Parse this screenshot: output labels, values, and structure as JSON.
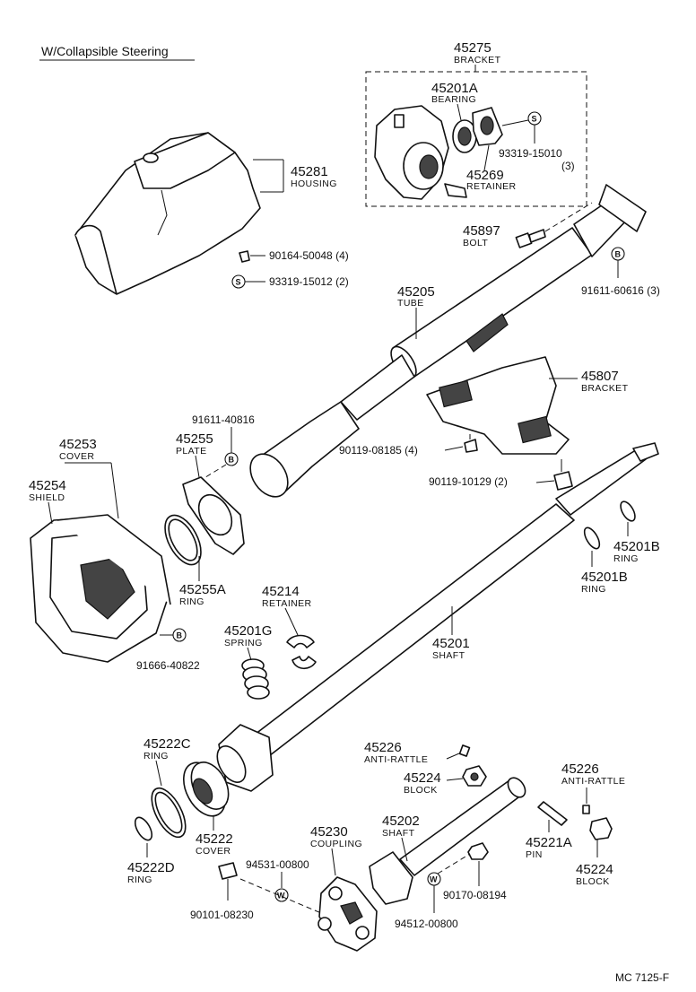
{
  "title": "W/Collapsible Steering",
  "footer": "MC  7125-F",
  "bracket_top": {
    "number": "45275",
    "name": "BRACKET"
  },
  "bearing": {
    "number": "45201A",
    "name": "BEARING"
  },
  "retainer_top": {
    "number": "45269",
    "name": "RETAINER"
  },
  "screw_93319_15010": {
    "number": "93319-15010",
    "qty": "(3)",
    "symbol": "S"
  },
  "housing": {
    "number": "45281",
    "name": "HOUSING"
  },
  "screw_90164": {
    "number": "90164-50048 (4)"
  },
  "screw_93319_15012": {
    "number": "93319-15012 (2)",
    "symbol": "S"
  },
  "bolt": {
    "number": "45897",
    "name": "BOLT"
  },
  "bolt_91611_60616": {
    "number": "91611-60616 (3)",
    "symbol": "B"
  },
  "tube": {
    "number": "45205",
    "name": "TUBE"
  },
  "bracket_lower": {
    "number": "45807",
    "name": "BRACKET"
  },
  "bolt_91611_40816": {
    "number": "91611-40816",
    "symbol": "B"
  },
  "plate": {
    "number": "45255",
    "name": "PLATE"
  },
  "cover_top": {
    "number": "45253",
    "name": "COVER"
  },
  "shield": {
    "number": "45254",
    "name": "SHIELD"
  },
  "ring_45255a": {
    "number": "45255A",
    "name": "RING"
  },
  "screw_90119_08185": {
    "number": "90119-08185 (4)"
  },
  "screw_90119_10129": {
    "number": "90119-10129 (2)"
  },
  "ring_45201b_right": {
    "number": "45201B",
    "name": "RING"
  },
  "ring_45201b_left": {
    "number": "45201B",
    "name": "RING"
  },
  "retainer_45214": {
    "number": "45214",
    "name": "RETAINER"
  },
  "spring": {
    "number": "45201G",
    "name": "SPRING"
  },
  "shaft_main": {
    "number": "45201",
    "name": "SHAFT"
  },
  "bolt_91666": {
    "number": "91666-40822",
    "symbol": "B"
  },
  "ring_45222c": {
    "number": "45222C",
    "name": "RING"
  },
  "cover_45222": {
    "number": "45222",
    "name": "COVER"
  },
  "ring_45222d": {
    "number": "45222D",
    "name": "RING"
  },
  "anti_rattle_left": {
    "number": "45226",
    "name": "ANTI-RATTLE"
  },
  "block_left": {
    "number": "45224",
    "name": "BLOCK"
  },
  "anti_rattle_right": {
    "number": "45226",
    "name": "ANTI-RATTLE"
  },
  "coupling": {
    "number": "45230",
    "name": "COUPLING"
  },
  "shaft_lower": {
    "number": "45202",
    "name": "SHAFT"
  },
  "washer_94531": {
    "number": "94531-00800",
    "symbol": "W"
  },
  "bolt_90101": {
    "number": "90101-08230"
  },
  "nut_90170": {
    "number": "90170-08194"
  },
  "washer_94512": {
    "number": "94512-00800",
    "symbol": "W"
  },
  "pin": {
    "number": "45221A",
    "name": "PIN"
  },
  "block_right": {
    "number": "45224",
    "name": "BLOCK"
  }
}
